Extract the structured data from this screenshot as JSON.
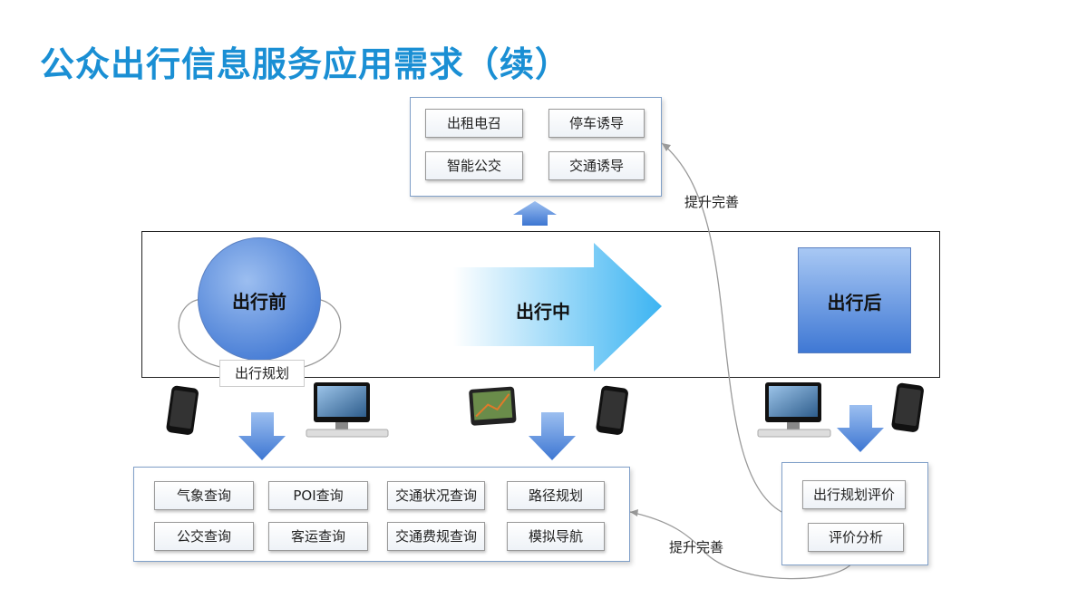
{
  "title": "公众出行信息服务应用需求（续）",
  "top_services": [
    "出租电召",
    "停车诱导",
    "智能公交",
    "交通诱导"
  ],
  "phases": {
    "before": "出行前",
    "during": "出行中",
    "after": "出行后"
  },
  "plan_label": "出行规划",
  "bottom_services": [
    "气象查询",
    "POI查询",
    "交通状况查询",
    "路径规划",
    "公交查询",
    "客运查询",
    "交通费规查询",
    "模拟导航"
  ],
  "eval_items": [
    "出行规划评价",
    "评价分析"
  ],
  "feedback_label": "提升完善",
  "colors": {
    "title": "#1a8fd4",
    "arrow": "#4a82d8",
    "phase": "#4a7fd6"
  }
}
